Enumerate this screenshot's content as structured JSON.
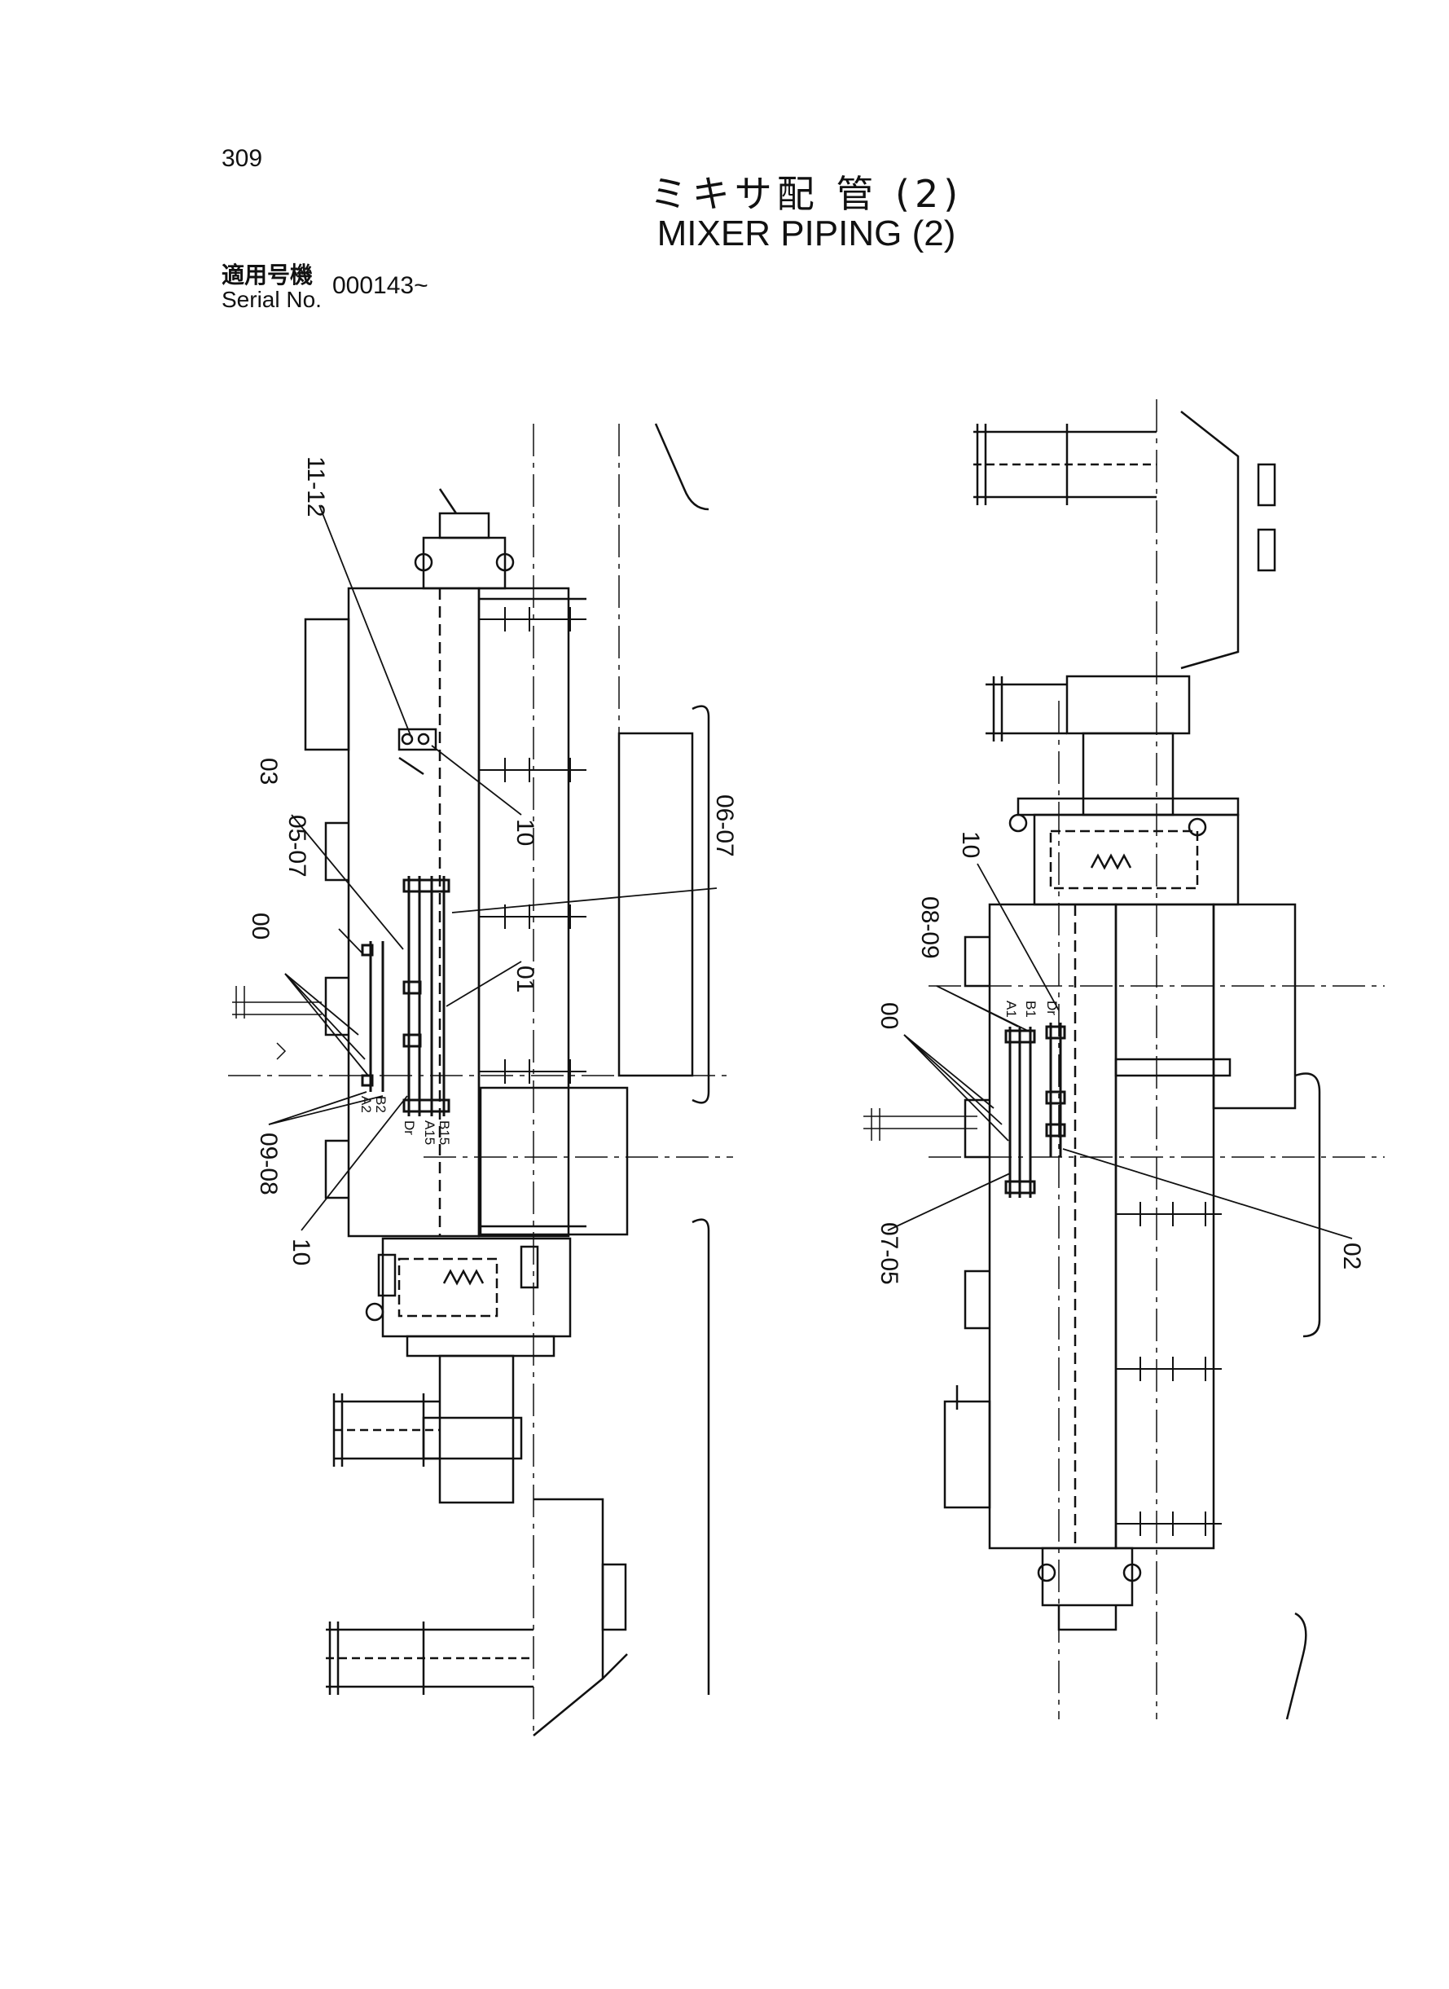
{
  "page_number": "309",
  "title_jp": "ミキサ配 管 (2)",
  "title_en": "MIXER  PIPING (2)",
  "serial": {
    "label_jp": "適用号機",
    "label_en": "Serial No.",
    "value": "000143~"
  },
  "callouts": {
    "left": [
      "11-12",
      "03",
      "05-07",
      "00",
      "10",
      "06-07",
      "01",
      "09-08",
      "10"
    ],
    "right": [
      "10",
      "08-09",
      "00",
      "07-05",
      "02"
    ]
  },
  "port_labels": {
    "left": [
      "A2",
      "B2",
      "Dr",
      "A15",
      "B15"
    ],
    "right": [
      "A1",
      "B1",
      "Dr"
    ]
  }
}
